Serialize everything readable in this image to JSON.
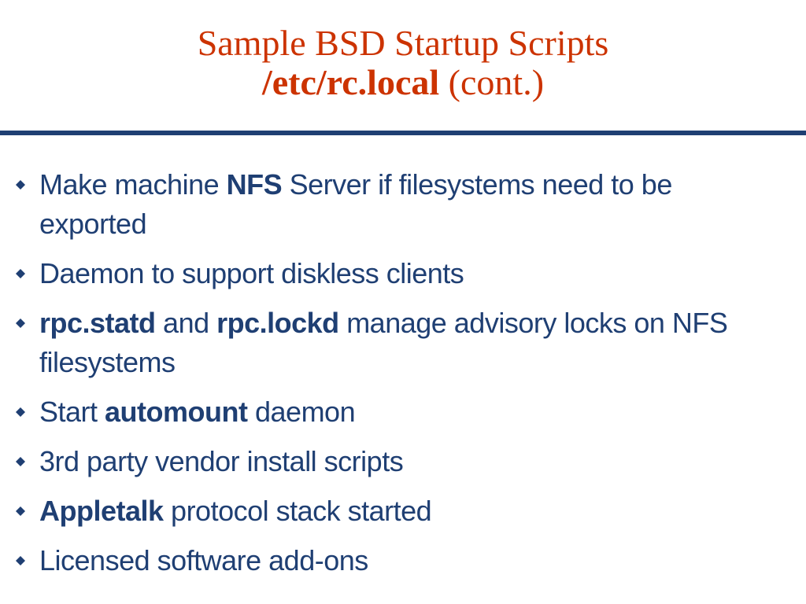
{
  "title": {
    "line1": "Sample BSD Startup Scripts",
    "line2_bold": "/etc/rc.local",
    "line2_rest": " (cont.)"
  },
  "colors": {
    "title": "#cc3300",
    "text": "#1f3f73",
    "rule": "#1f3f73"
  },
  "bullet_icon": "diamond-bullet-icon",
  "bullets": [
    {
      "pre": "Make machine ",
      "b1": "NFS",
      "mid": " Server if filesystems need to be exported",
      "b2": "",
      "post": ""
    },
    {
      "pre": "Daemon to support diskless clients",
      "b1": "",
      "mid": "",
      "b2": "",
      "post": ""
    },
    {
      "pre": "",
      "b1": "rpc.statd",
      "mid": " and ",
      "b2": "rpc.lockd",
      "post": " manage advisory locks on NFS filesystems"
    },
    {
      "pre": "Start ",
      "b1": "automount",
      "mid": " daemon",
      "b2": "",
      "post": ""
    },
    {
      "pre": "3rd party vendor install scripts",
      "b1": "",
      "mid": "",
      "b2": "",
      "post": ""
    },
    {
      "pre": "",
      "b1": "Appletalk",
      "mid": " protocol stack started",
      "b2": "",
      "post": ""
    },
    {
      "pre": "Licensed software add-ons",
      "b1": "",
      "mid": "",
      "b2": "",
      "post": ""
    }
  ]
}
